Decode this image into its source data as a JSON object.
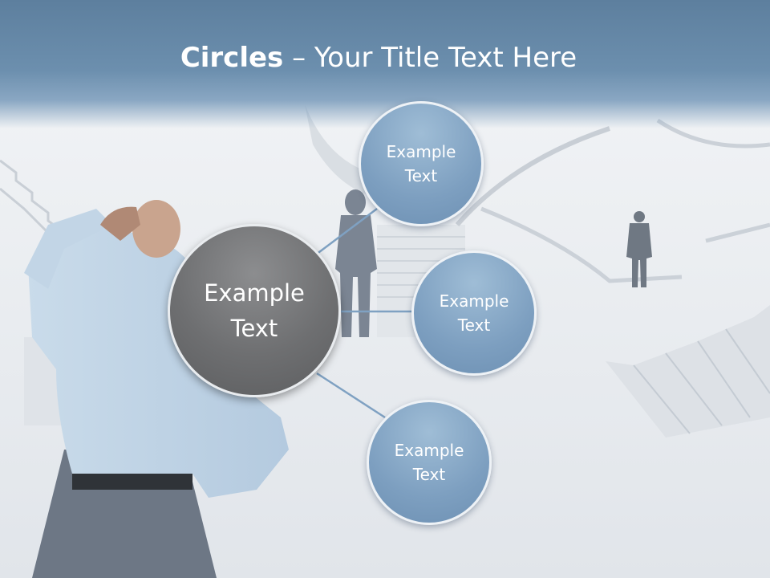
{
  "title": {
    "bold": "Circles",
    "rest": " – Your Title Text Here"
  },
  "hub": {
    "line1": "Example",
    "line2": "Text"
  },
  "nodes": [
    {
      "line1": "Example",
      "line2": "Text"
    },
    {
      "line1": "Example",
      "line2": "Text"
    },
    {
      "line1": "Example",
      "line2": "Text"
    }
  ],
  "colors": {
    "title_band": "#6a8cab",
    "hub_fill": "#6e6f71",
    "node_fill": "#7d9fc0",
    "connector": "#7fa1c2"
  }
}
